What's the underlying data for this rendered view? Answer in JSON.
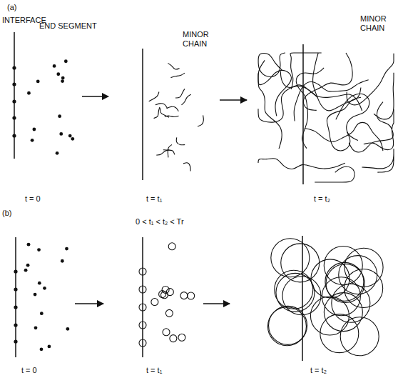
{
  "diagram": {
    "labels": [
      "(a)",
      "INTERFACE",
      "END SEGMENT",
      "MINOR CHAIN",
      "MINOR CHAIN",
      "t = 0",
      "t = t₁",
      "t = t₂",
      "(b)",
      "0 < t₁ < t₂ < Tr",
      "t = 0",
      "t = t₁",
      "t = t₂"
    ]
  }
}
